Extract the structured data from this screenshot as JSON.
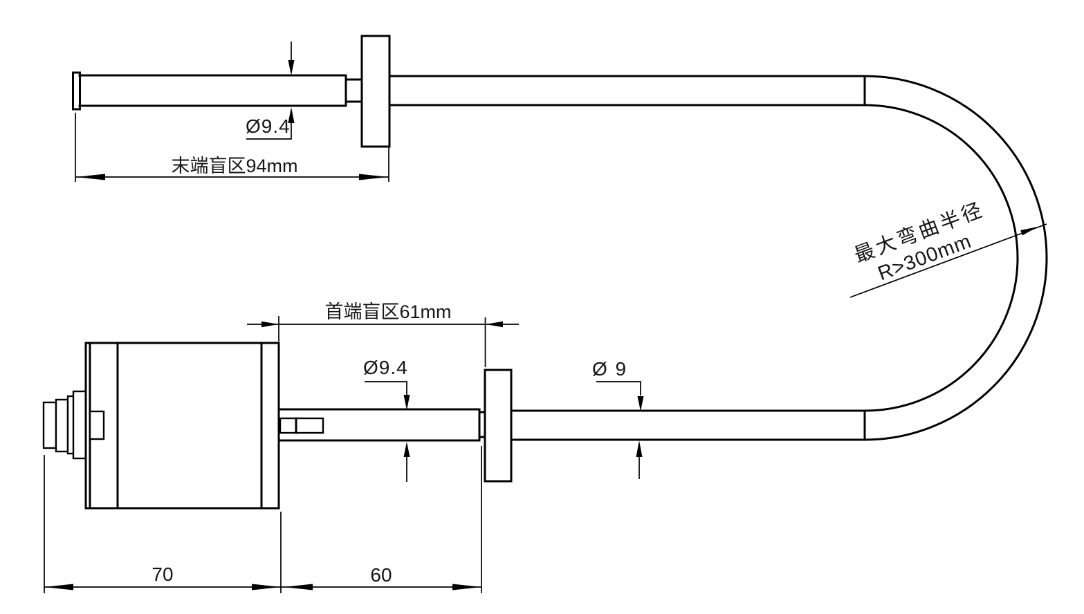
{
  "drawing": {
    "labels": {
      "end_blind_zone": "末端盲区94mm",
      "end_tube_diameter": "Ø9.4",
      "front_blind_zone": "首端盲区61mm",
      "probe_tube_diameter": "Ø9.4",
      "flex_tube_diameter": "Ø 9",
      "head_length": "70",
      "tube_section_length": "60",
      "max_bend_radius_title": "最大弯曲半径",
      "max_bend_radius_value": "R>300mm"
    },
    "colors": {
      "line": "#000000",
      "text": "#161616",
      "background": "#ffffff"
    }
  }
}
